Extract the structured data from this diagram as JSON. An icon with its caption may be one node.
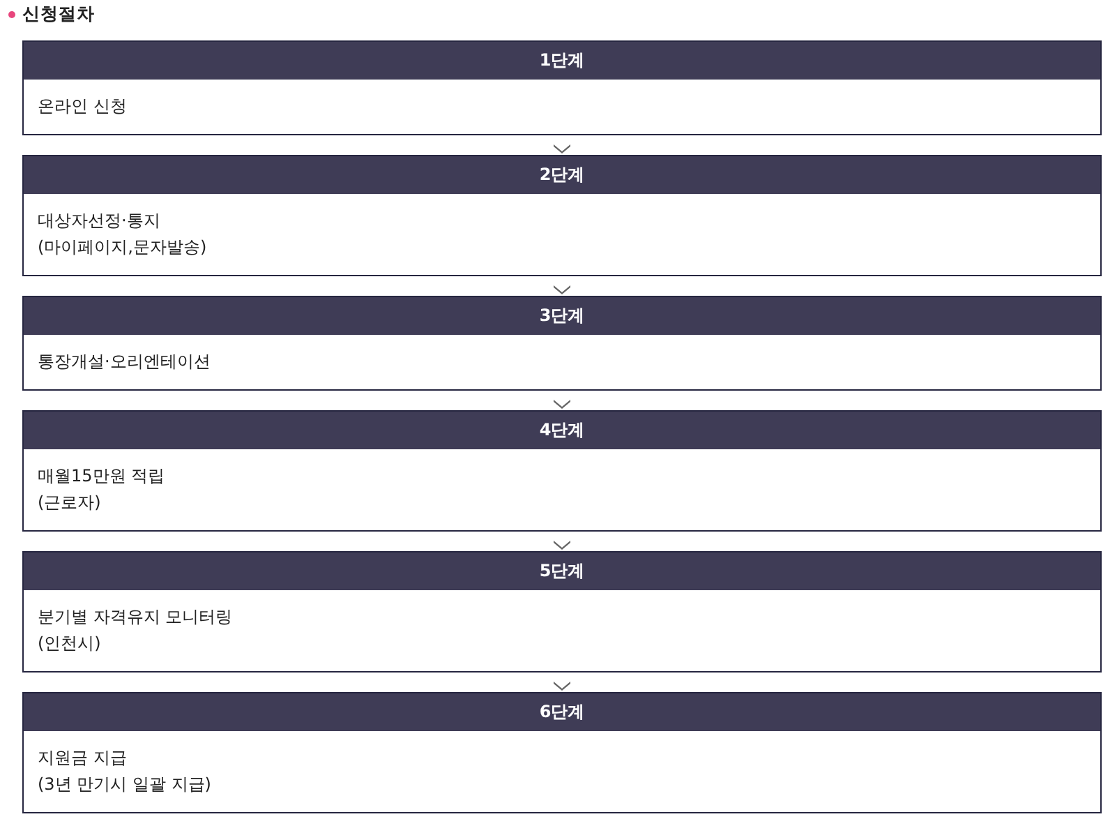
{
  "diagram": {
    "title": "신청절차",
    "nodes": [
      {
        "text": [
          "1단계",
          "온라인 신청"
        ]
      },
      {
        "text": [
          "2단계",
          "대상자선정·통지",
          "(마이페이지,문자발송)"
        ]
      },
      {
        "text": [
          "3단계",
          "통장개설·오리엔테이션"
        ]
      },
      {
        "text": [
          "4단계",
          "매월15만원 적립",
          "(근로자)"
        ]
      },
      {
        "text": [
          "5단계",
          "분기별 자격유지 모니터링",
          "(인천시)"
        ]
      },
      {
        "text": [
          "6단계",
          "지원금 지급",
          "(3년 만기시 일괄 지급)"
        ]
      }
    ],
    "edges": [
      {
        "from": 0,
        "to": 1,
        "arrow": "to"
      },
      {
        "from": 1,
        "to": 2,
        "arrow": "to"
      },
      {
        "from": 2,
        "to": 3,
        "arrow": "to"
      },
      {
        "from": 3,
        "to": 4,
        "arrow": "to"
      },
      {
        "from": 4,
        "to": 5,
        "arrow": "to"
      }
    ]
  }
}
